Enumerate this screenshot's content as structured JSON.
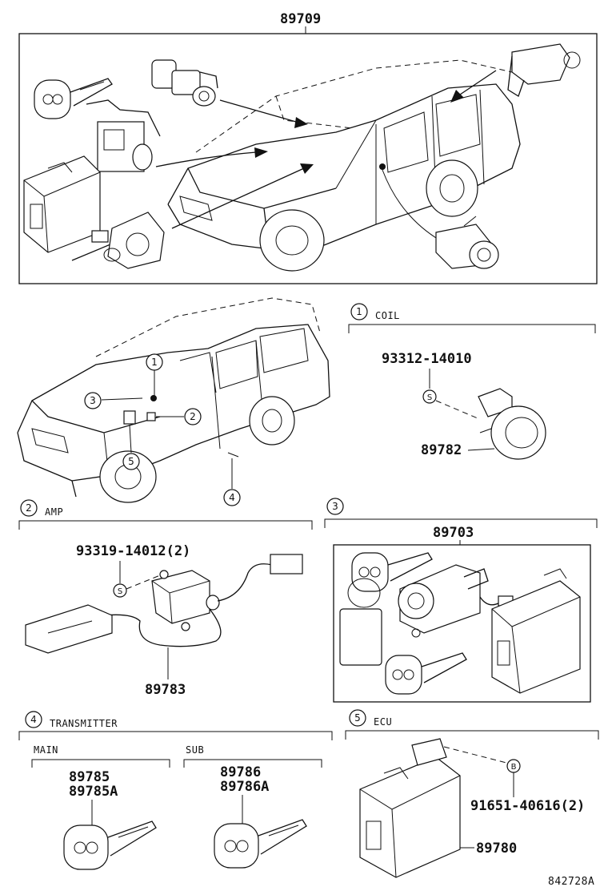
{
  "top": {
    "part": "89709"
  },
  "coil": {
    "number": "1",
    "title": "COIL",
    "bolt_code": "S",
    "bolt_part": "93312-14010",
    "part": "89782"
  },
  "amp": {
    "number": "2",
    "title": "AMP",
    "bolt_code": "S",
    "bolt_part": "93319-14012(2)",
    "part": "89783"
  },
  "kit": {
    "number": "3",
    "part": "89703"
  },
  "transmitter": {
    "number": "4",
    "title": "TRANSMITTER",
    "main": {
      "title": "MAIN",
      "parts": [
        "89785",
        "89785A"
      ]
    },
    "sub": {
      "title": "SUB",
      "parts": [
        "89786",
        "89786A"
      ]
    }
  },
  "ecu": {
    "number": "5",
    "title": "ECU",
    "bolt_code": "B",
    "bolt_part": "91651-40616(2)",
    "part": "89780"
  },
  "callouts": [
    "1",
    "2",
    "3",
    "4",
    "5"
  ],
  "footer": {
    "code": "842728A"
  }
}
